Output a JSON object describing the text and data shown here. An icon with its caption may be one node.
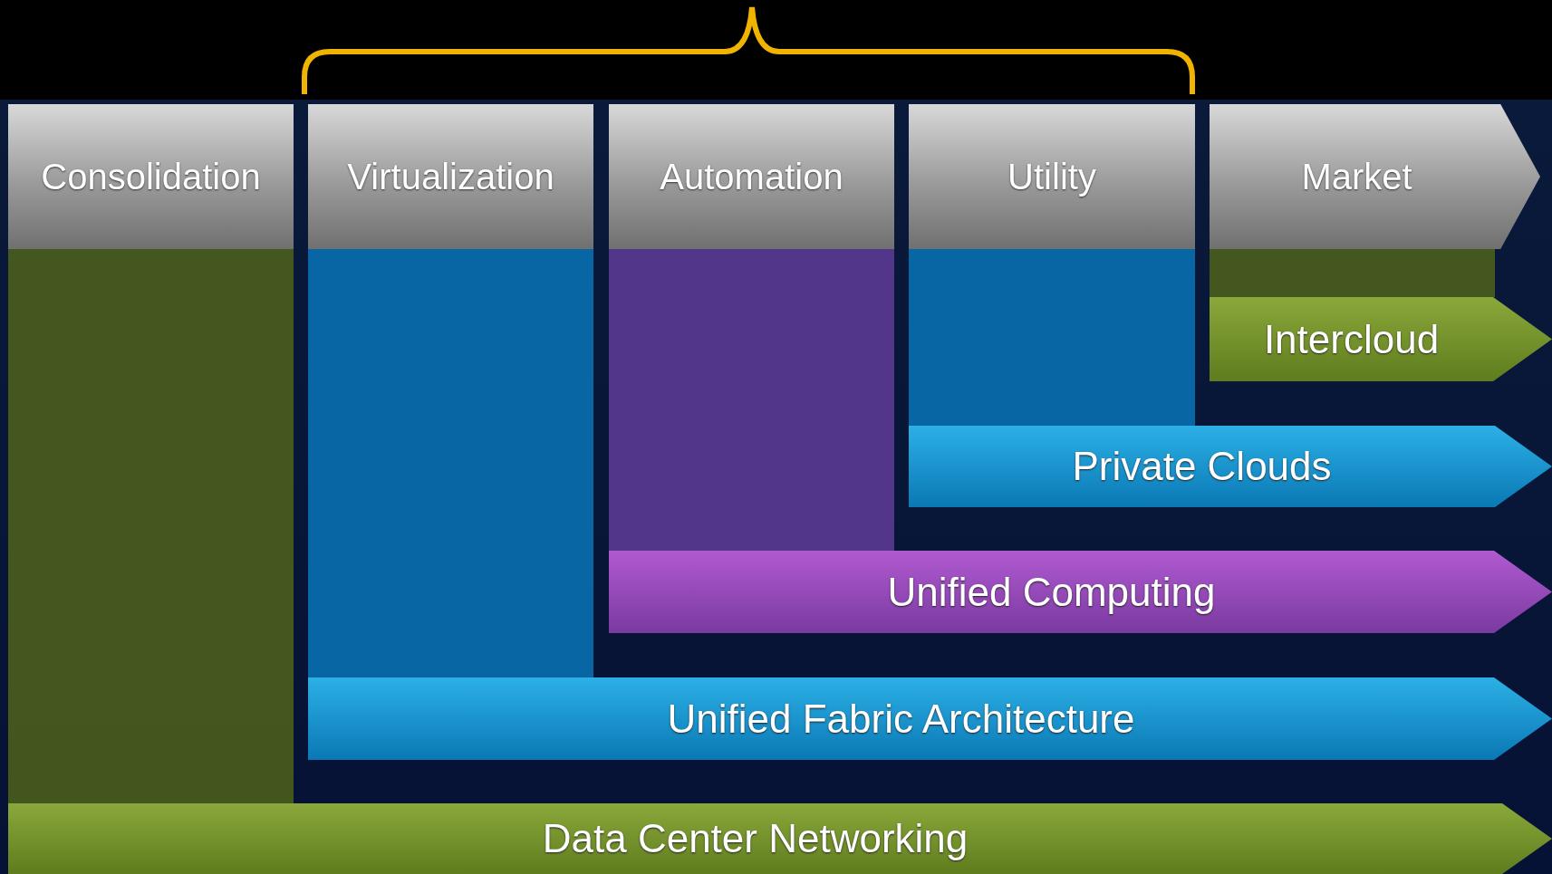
{
  "diagram": {
    "nodes": [
      {
        "text": [
          "Consolidation"
        ]
      },
      {
        "text": [
          "Virtualization"
        ]
      },
      {
        "text": [
          "Automation"
        ]
      },
      {
        "text": [
          "Utility"
        ]
      },
      {
        "text": [
          "Market"
        ]
      },
      {
        "text": [
          "Intercloud"
        ]
      },
      {
        "text": [
          "Private Clouds"
        ]
      },
      {
        "text": [
          "Unified Computing"
        ]
      },
      {
        "text": [
          "Unified Fabric Architecture"
        ]
      },
      {
        "text": [
          "Data Center Networking"
        ]
      }
    ],
    "edges": []
  }
}
